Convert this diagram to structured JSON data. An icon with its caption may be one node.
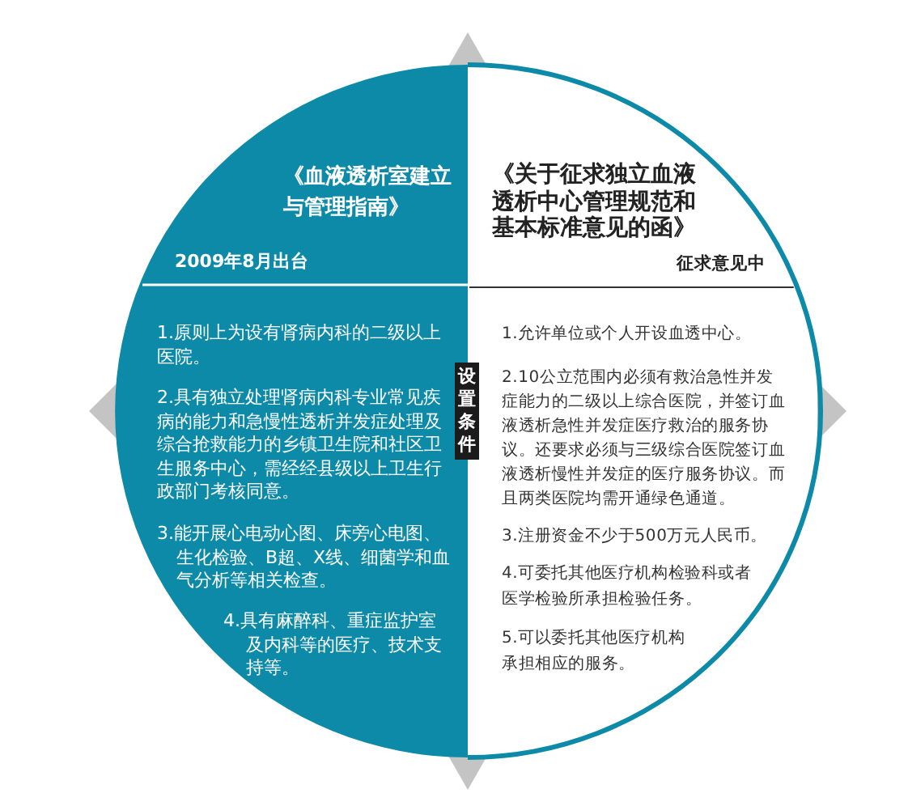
{
  "diagram": {
    "nodes": [
      {
        "text": [
          "《血液透析室建立与管理指南》",
          "2009年8月出台",
          "1.原则上为设有肾病内科的二级以上医院。",
          "2.具有独立处理肾病内科专业常见疾病的能力和急慢性透析并发症处理及综合抢救能力的乡镇卫生院和社区卫生服务中心，需经经县级以上卫生行政部门考核同意。",
          "3.能开展心电动心图、床旁心电图、生化检验、B超、X线、细菌学和血气分析等相关检查。",
          "4.具有麻醉科、重症监护室及内科等的医疗、技术支持等。"
        ]
      },
      {
        "text": [
          "《关于征求独立血液透析中心管理规范和基本标准意见的函》",
          "征求意见中",
          "1.允许单位或个人开设血透中心。",
          "2.10公立范围内必须有救治急性并发症能力的二级以上综合医院，并签订血液透析急性并发症医疗救治的服务协议。还要求必须与三级综合医院签订血液透析慢性并发症的医疗服务协议。而且两类医院均需开通绿色通道。",
          "3.注册资金不少于500万元人民币。",
          "4.可委托其他医疗机构检验科或者医学检验所承担检验任务。",
          "5.可以委托其他医疗机构承担相应的服务。"
        ]
      },
      {
        "text": [
          "设置条件"
        ]
      }
    ]
  }
}
